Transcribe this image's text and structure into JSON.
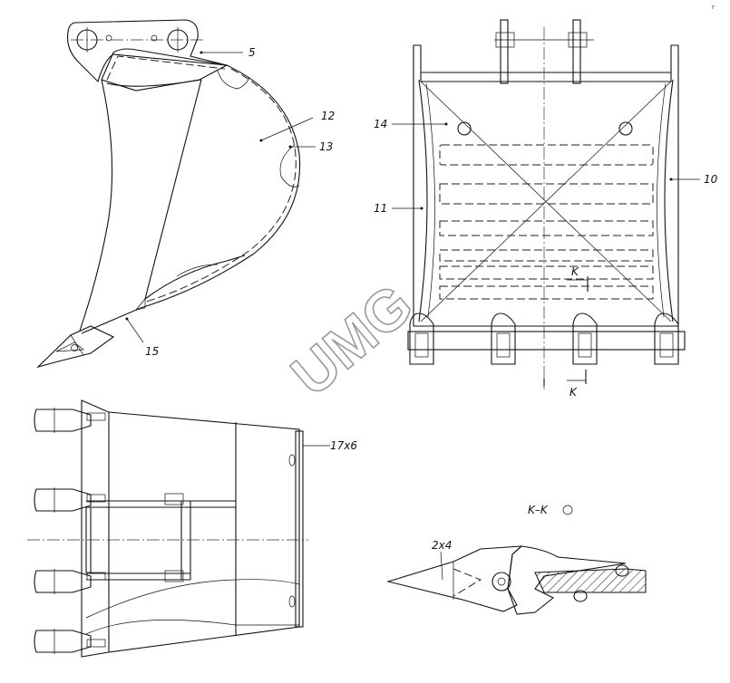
{
  "watermark": "UMG",
  "corner_mark": "г",
  "side_view": {
    "labels": {
      "part_5": "5",
      "part_12": "12",
      "part_13": "13",
      "part_15": "15"
    }
  },
  "front_view": {
    "labels": {
      "part_14": "14",
      "part_11": "11",
      "part_10": "10",
      "section_top": "K",
      "section_bottom": "K"
    }
  },
  "top_view": {
    "labels": {
      "holes": "17x6"
    }
  },
  "section_view": {
    "title": "K–K",
    "labels": {
      "teeth": "2x4"
    }
  }
}
